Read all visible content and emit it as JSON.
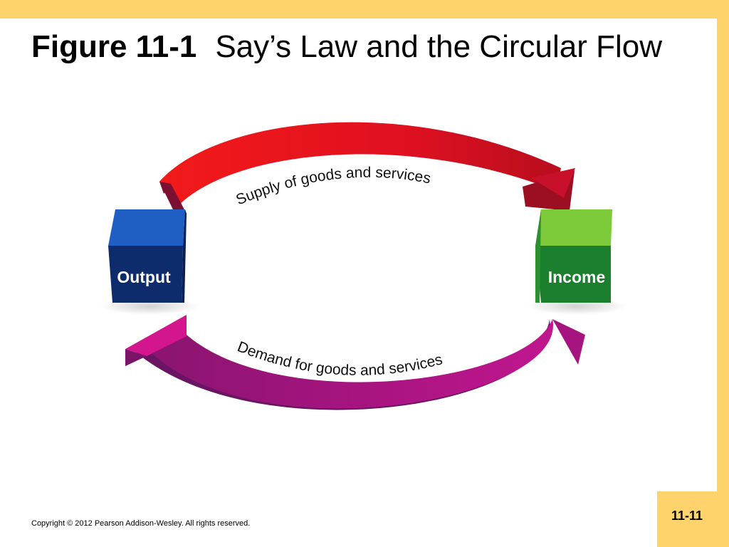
{
  "slide": {
    "figure_label": "Figure 11-1",
    "title": "Say’s Law and the Circular Flow",
    "copyright": "Copyright © 2012 Pearson Addison-Wesley. All rights reserved.",
    "page_number": "11-11"
  },
  "diagram": {
    "nodes": [
      {
        "id": "output",
        "label": "Output",
        "color": "#1F5FC4"
      },
      {
        "id": "income",
        "label": "Income",
        "color": "#4FAE2E"
      }
    ],
    "flows": [
      {
        "label": "Supply of goods and services",
        "from": "output",
        "to": "income",
        "color": "#E8141C"
      },
      {
        "label": "Demand for goods and services",
        "from": "income",
        "to": "output",
        "color": "#A4137F"
      }
    ]
  },
  "colors": {
    "accent_band": "#FFD36B"
  }
}
